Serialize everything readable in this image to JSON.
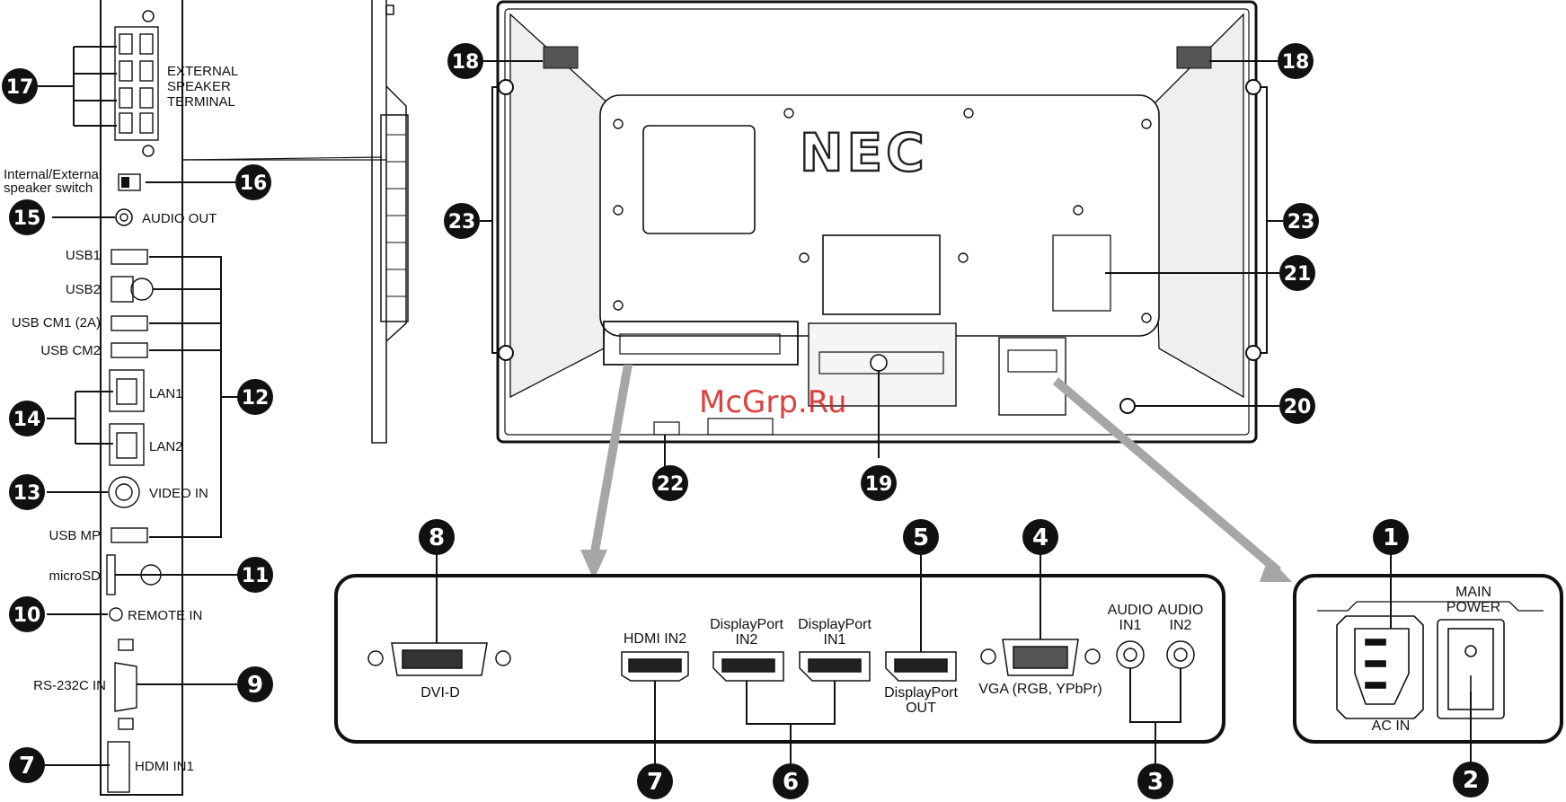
{
  "side_panel": {
    "speaker_terminal": [
      "EXTERNAL",
      "SPEAKER",
      "TERMINAL"
    ],
    "speaker_switch": [
      "Internal/External",
      "speaker switch"
    ],
    "audio_out": "AUDIO OUT",
    "usb1": "USB1",
    "usb2": "USB2",
    "usb_cm1": "USB CM1 (2A)",
    "usb_cm2": "USB CM2",
    "lan1": "LAN1",
    "lan2": "LAN2",
    "video_in": "VIDEO IN",
    "usb_mp": "USB MP",
    "microsd": "microSD",
    "remote_in": "REMOTE IN",
    "rs232c_in": "RS-232C IN",
    "hdmi_in1": "HDMI IN1"
  },
  "rear_panel": {
    "logo": "NEC",
    "watermark": "McGrp.Ru"
  },
  "bottom_panel": {
    "dvi_d": "DVI-D",
    "hdmi_in2": "HDMI IN2",
    "displayport_in2": [
      "DisplayPort",
      "IN2"
    ],
    "displayport_in1": [
      "DisplayPort",
      "IN1"
    ],
    "displayport_out": [
      "DisplayPort",
      "OUT"
    ],
    "vga": "VGA (RGB, YPbPr)",
    "audio_in1": [
      "AUDIO",
      "IN1"
    ],
    "audio_in2": [
      "AUDIO",
      "IN2"
    ]
  },
  "power_panel": {
    "main_power": [
      "MAIN",
      "POWER"
    ],
    "ac_in": "AC IN"
  },
  "callouts": [
    "1",
    "2",
    "3",
    "4",
    "5",
    "6",
    "7",
    "8",
    "9",
    "10",
    "11",
    "12",
    "13",
    "14",
    "15",
    "16",
    "17",
    "18",
    "19",
    "20",
    "21",
    "22",
    "23"
  ],
  "colors": {
    "line": "#111111",
    "badge": "#111111",
    "arrow": "#a6a6a6",
    "watermark": "#d62020"
  }
}
